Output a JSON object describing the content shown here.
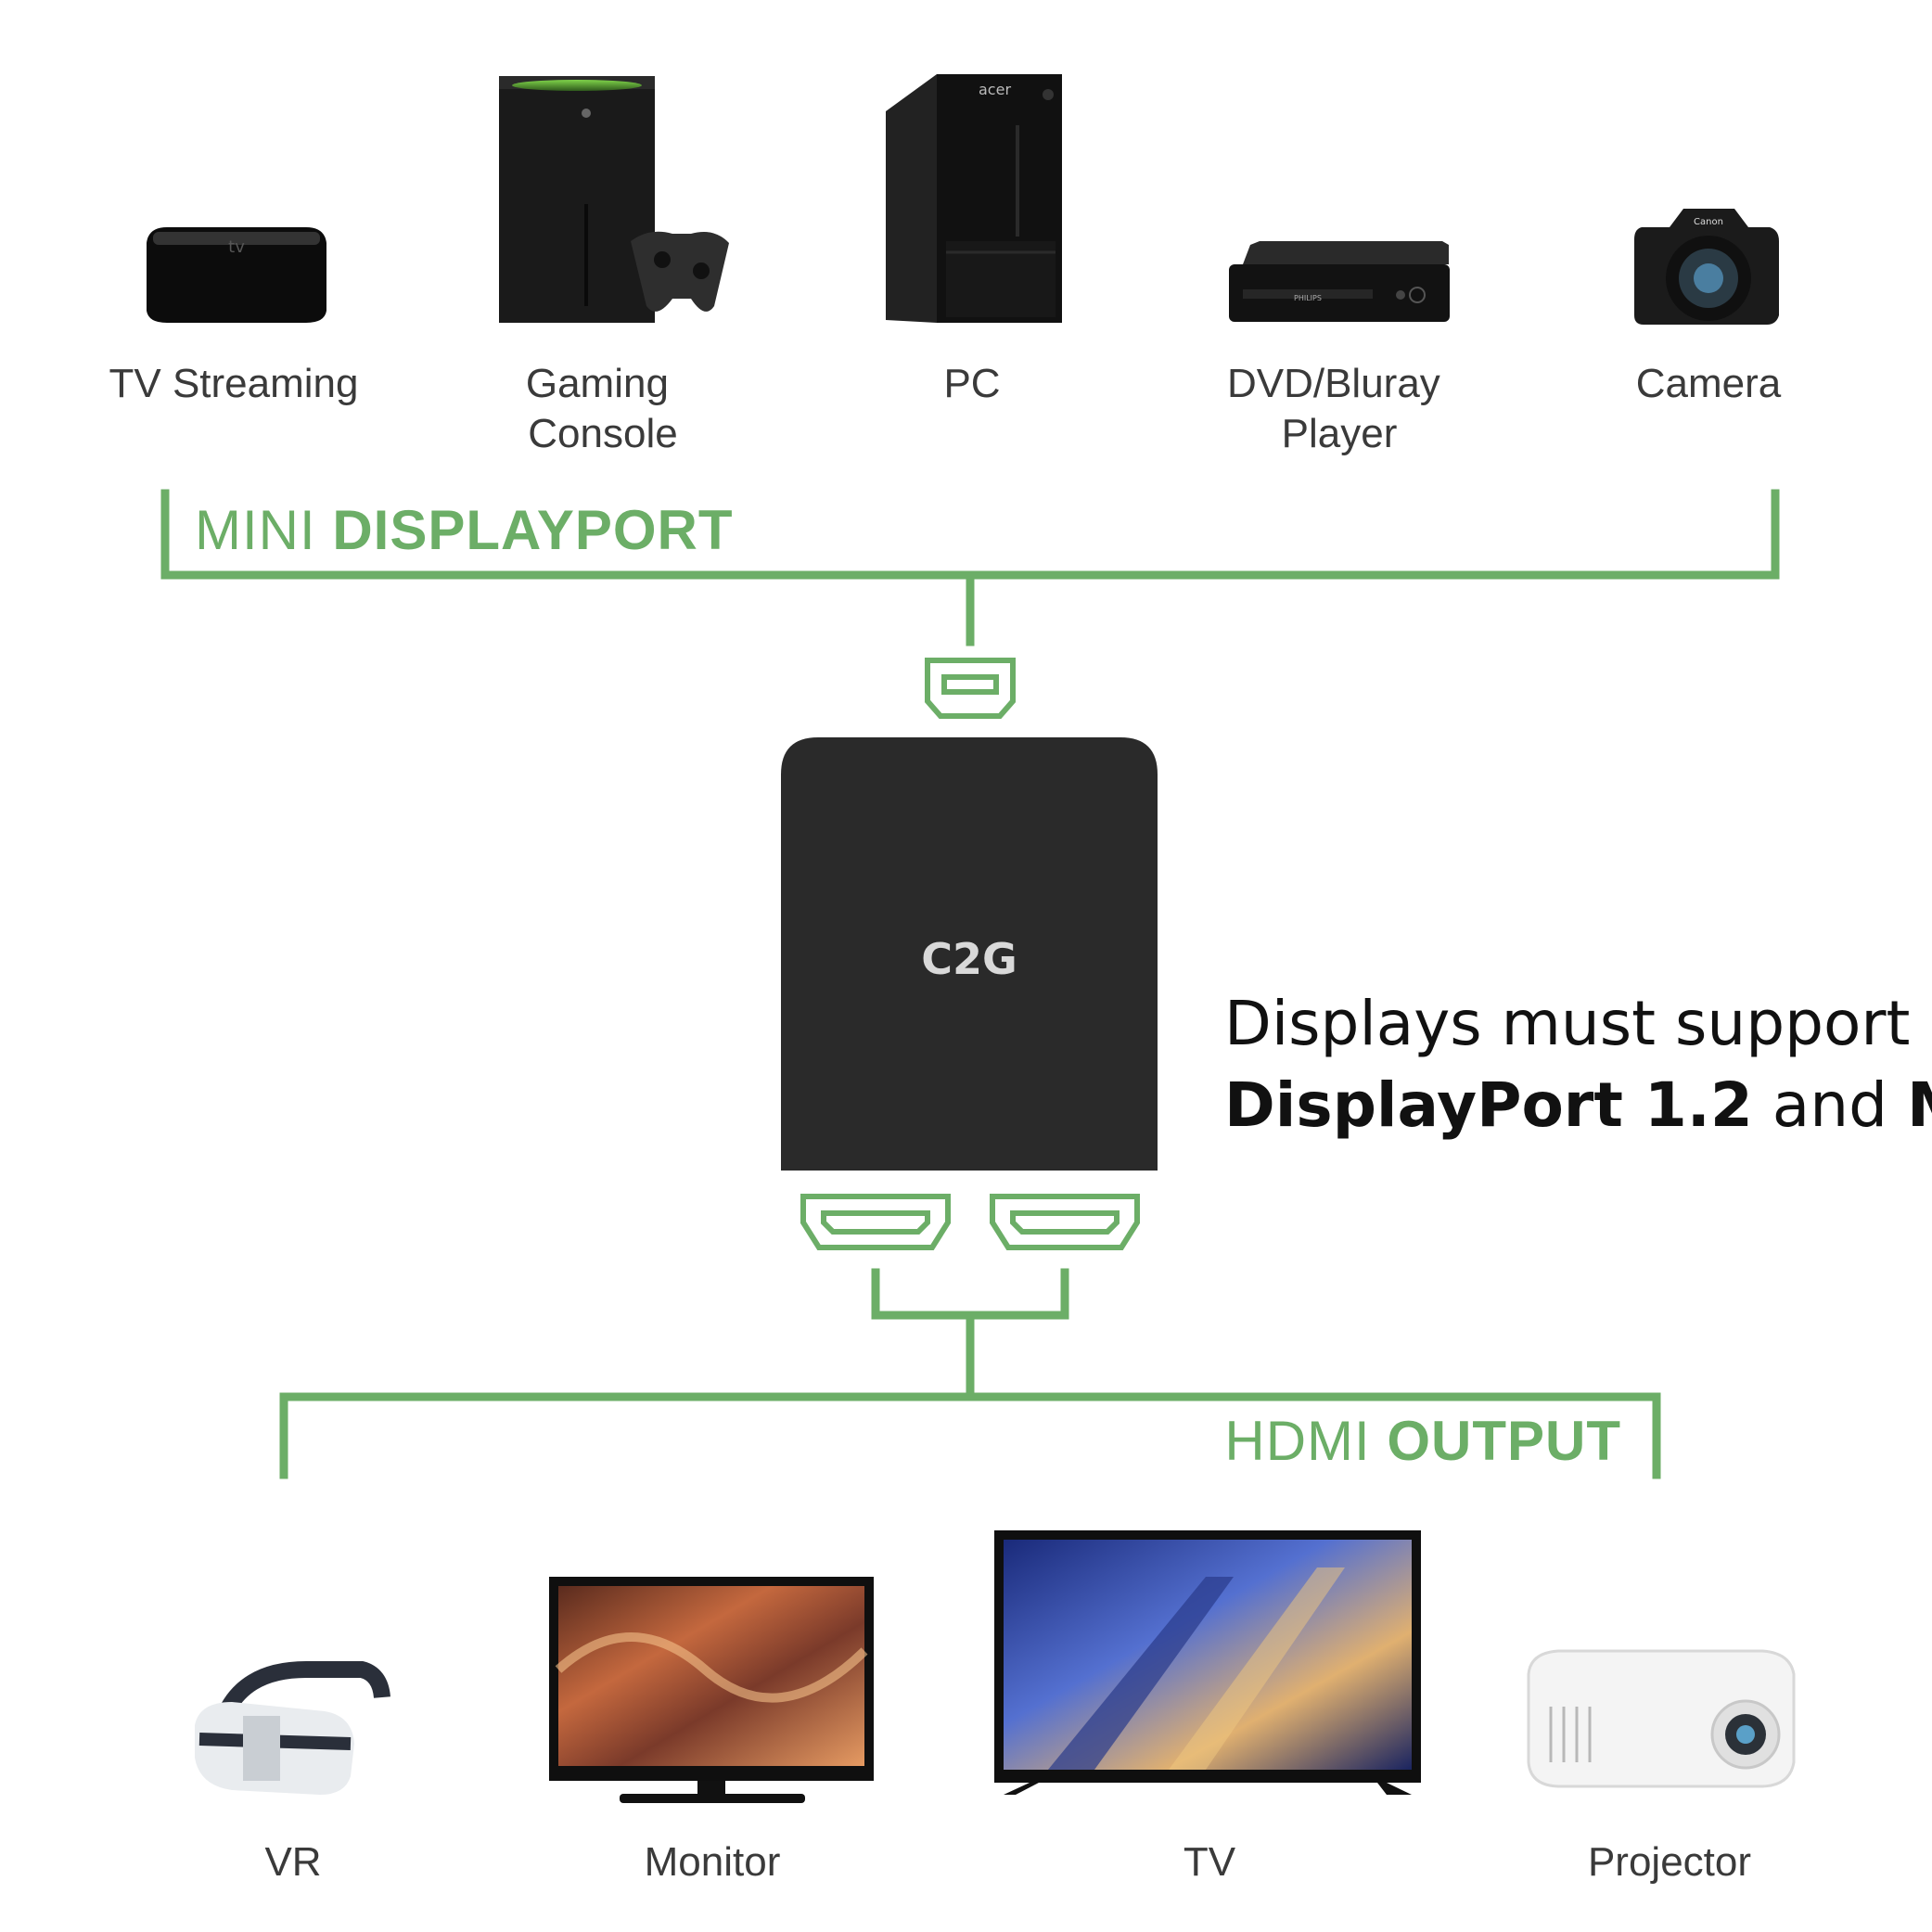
{
  "colors": {
    "accent_green": "#6cae67",
    "adapter_body": "#2a2a2a",
    "text": "#3a3a3a",
    "note_text": "#111111"
  },
  "sources": [
    {
      "label_lines": [
        "TV Streaming"
      ],
      "icon": "apple-tv-icon"
    },
    {
      "label_lines": [
        "Gaming",
        "Console"
      ],
      "icon": "xbox-console-icon"
    },
    {
      "label_lines": [
        "PC"
      ],
      "icon": "pc-tower-icon"
    },
    {
      "label_lines": [
        "DVD/Bluray",
        "Player"
      ],
      "icon": "bluray-player-icon"
    },
    {
      "label_lines": [
        "Camera"
      ],
      "icon": "dslr-camera-icon"
    }
  ],
  "input_bus": {
    "regular": "MINI ",
    "bold": "DISPLAYPORT"
  },
  "adapter": {
    "brand": "C2G",
    "input_port": "mini-displayport-port-icon",
    "output_ports": [
      "hdmi-port-icon",
      "hdmi-port-icon"
    ]
  },
  "note": {
    "line1": "Displays must support",
    "line2_bold_a": "DisplayPort 1.2",
    "line2_regular": " and ",
    "line2_bold_b": "MST"
  },
  "output_bus": {
    "regular": "HDMI ",
    "bold": "OUTPUT"
  },
  "outputs": [
    {
      "label": "VR",
      "icon": "vr-headset-icon"
    },
    {
      "label": "Monitor",
      "icon": "monitor-icon"
    },
    {
      "label": "TV",
      "icon": "tv-icon"
    },
    {
      "label": "Projector",
      "icon": "projector-icon"
    }
  ]
}
